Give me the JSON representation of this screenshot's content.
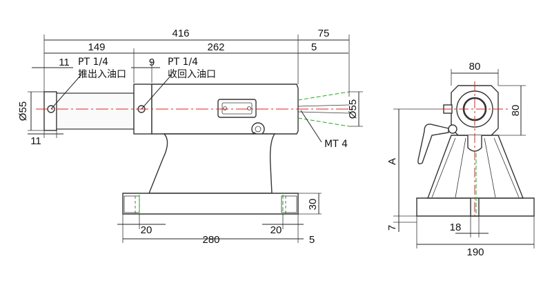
{
  "dimensions": {
    "overall_length": "416",
    "front_length": "149",
    "body_length": "262",
    "rear_extension": "75",
    "offset_5_top": "5",
    "port_offset_11": "11",
    "port_offset_9": "9",
    "diameter_left": "Ø55",
    "diameter_right": "Ø55",
    "left_end_11": "11",
    "base_height": "30",
    "foot_left_20": "20",
    "foot_right_20": "20",
    "base_length": "280",
    "offset_5_bottom": "5",
    "front_width_top": "80",
    "front_height": "80",
    "center_height": "A",
    "base_7": "7",
    "slot_18": "18",
    "base_width": "190"
  },
  "notes": {
    "port_out_thread": "PT 1/4",
    "port_out_label": "推出入油口",
    "port_in_thread": "PT 1/4",
    "port_in_label": "收回入油口",
    "taper": "MT 4"
  }
}
